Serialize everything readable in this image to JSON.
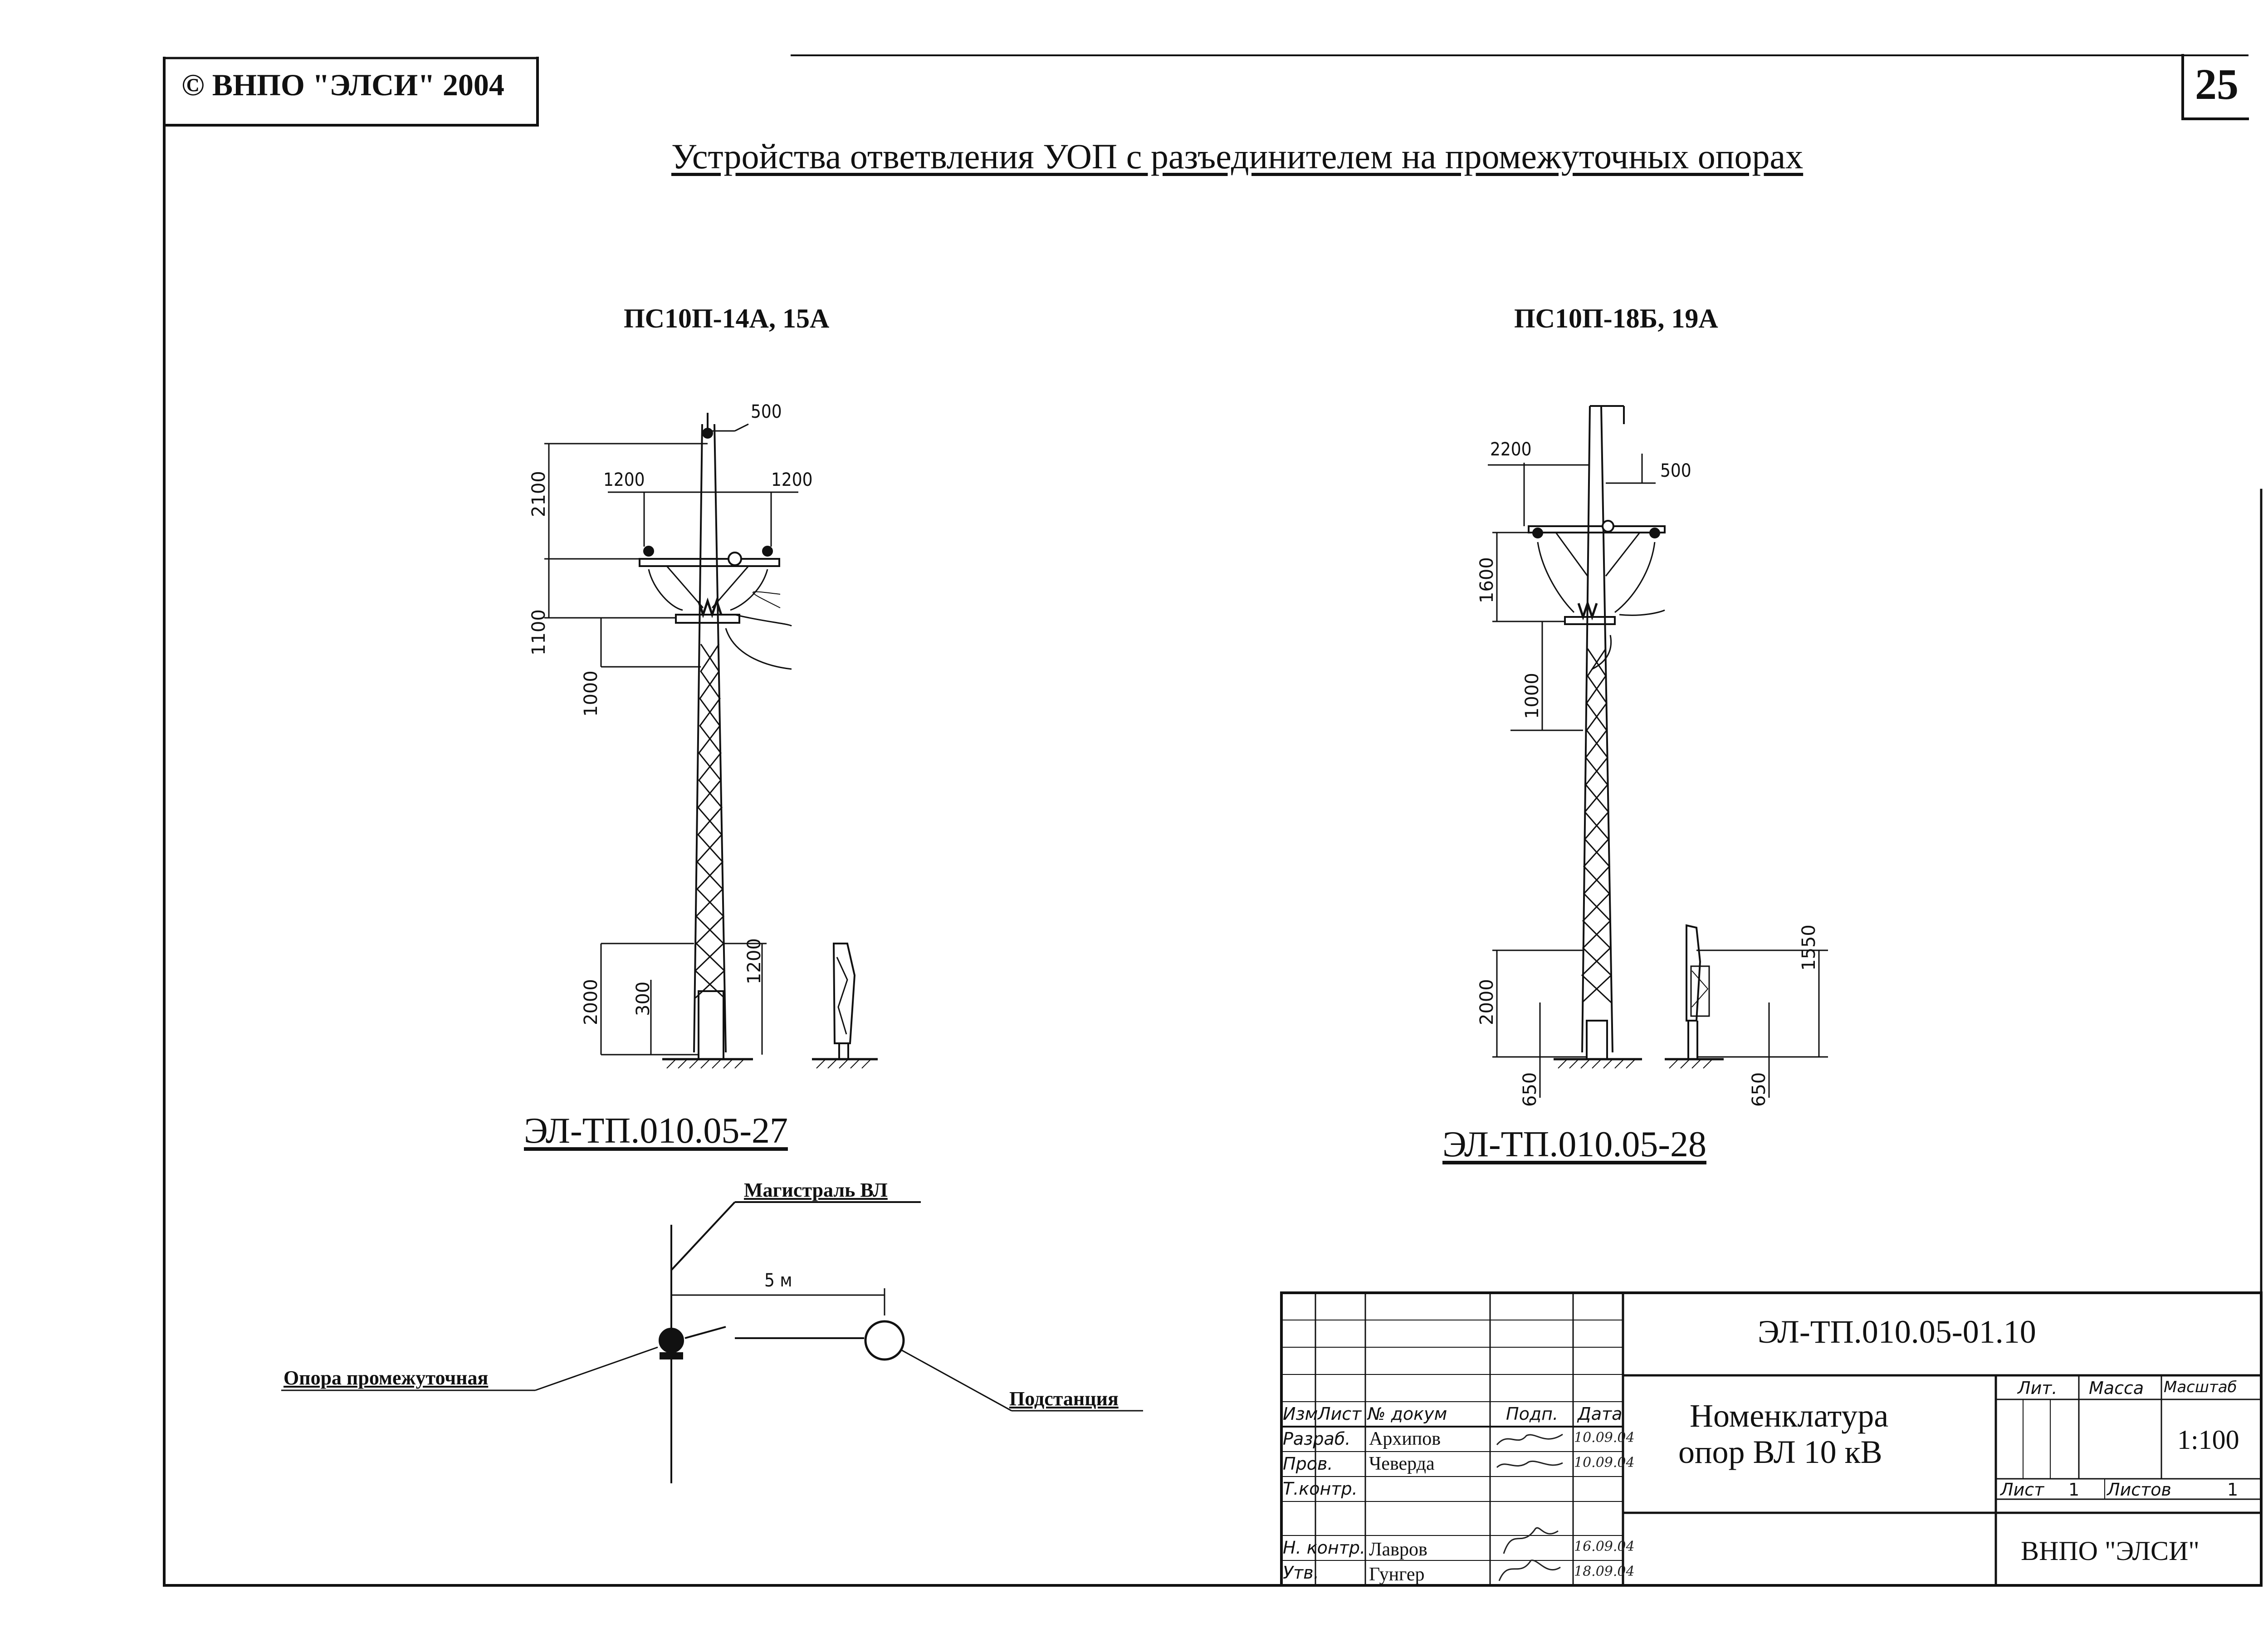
{
  "header": {
    "copyright": "© ВНПО \"ЭЛСИ\" 2004",
    "page_number": "25",
    "title": "Устройства ответвления УОП с разъединителем на промежуточных опорах"
  },
  "left_drawing": {
    "heading": "ПС10П-14А, 15А",
    "doc_ref": "ЭЛ-ТП.010.05-27",
    "dims": {
      "d500": "500",
      "d1200_left": "1200",
      "d1200_right": "1200",
      "d2100": "2100",
      "d1100": "1100",
      "d1000": "1000",
      "d2000": "2000",
      "d300": "300",
      "d1200_base": "1200"
    }
  },
  "right_drawing": {
    "heading": "ПС10П-18Б, 19А",
    "doc_ref": "ЭЛ-ТП.010.05-28",
    "dims": {
      "d2200": "2200",
      "d500": "500",
      "d1600": "1600",
      "d1000": "1000",
      "d2000": "2000",
      "d650_left": "650",
      "d1550": "1550",
      "d650_right": "650"
    }
  },
  "scheme": {
    "main_line": "Магистраль ВЛ",
    "distance": "5 м",
    "intermediate_pole": "Опора промежуточная",
    "substation": "Подстанция"
  },
  "title_block": {
    "code": "ЭЛ-ТП.010.05-01.10",
    "name_line1": "Номенклатура",
    "name_line2": "опор ВЛ 10 кВ",
    "headers": {
      "izm": "Изм",
      "list": "Лист",
      "doc_no": "№ докум",
      "sign": "Подп.",
      "date": "Дата",
      "lit": "Лит.",
      "mass": "Масса",
      "scale": "Масштаб"
    },
    "roles": {
      "razrab": "Разраб.",
      "prov": "Пров.",
      "tkontr": "Т.контр.",
      "nkontr": "Н. контр.",
      "utv": "Утв."
    },
    "people": {
      "razrab": "Архипов",
      "prov": "Чеверда",
      "nkontr": "Лавров",
      "utv": "Гунгер"
    },
    "dates": {
      "razrab": "10.09.04",
      "prov": "10.09.04",
      "nkontr": "16.09.04",
      "utv": "18.09.04"
    },
    "scale_value": "1:100",
    "sheet_label": "Лист",
    "sheet_value": "1",
    "sheets_label": "Листов",
    "sheets_value": "1",
    "org": "ВНПО \"ЭЛСИ\""
  }
}
